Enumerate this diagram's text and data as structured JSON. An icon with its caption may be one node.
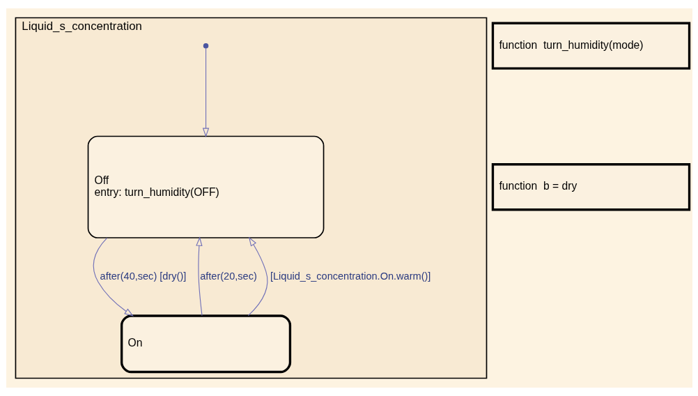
{
  "diagram": {
    "nodes": [
      {
        "text": [
          "Liquid_s_concentration"
        ]
      },
      {
        "text": [],
        "shape": "circle",
        "in": 0
      },
      {
        "text": [
          "Off",
          "entry: turn_humidity(OFF)"
        ],
        "in": 0
      },
      {
        "text": [
          "On"
        ],
        "in": 0
      },
      {
        "text": [
          "function  turn_humidity(mode)"
        ]
      },
      {
        "text": [
          "function  b = dry"
        ]
      }
    ],
    "edges": [
      {
        "from": 1,
        "to": 2,
        "arrow": "to"
      },
      {
        "from": 3,
        "to": 2,
        "arrow": "to",
        "label": "after(20,sec)"
      },
      {
        "from": 2,
        "to": 3,
        "arrow": "to",
        "label": "after(40,sec) [dry()]"
      },
      {
        "from": 3,
        "to": 2,
        "arrow": "to",
        "label": "[Liquid_s_concentration.On.warm()]"
      }
    ]
  }
}
